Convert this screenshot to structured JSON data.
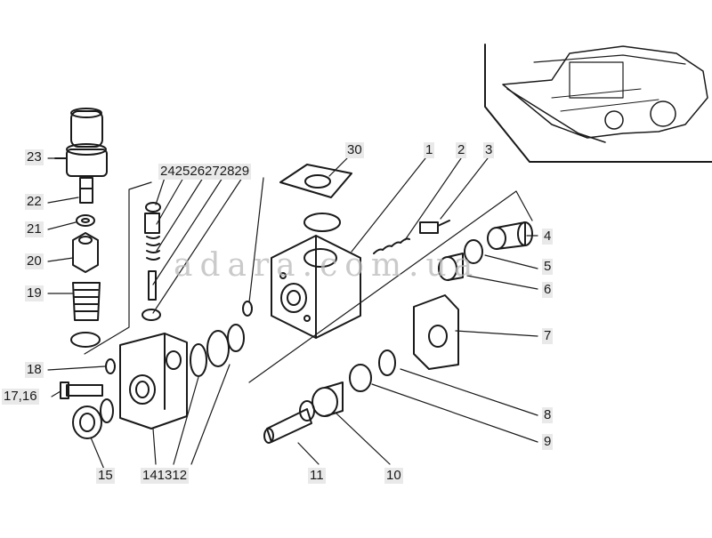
{
  "watermark": "adara.com.ua",
  "labels": {
    "l1": "1",
    "l2": "2",
    "l3": "3",
    "l4": "4",
    "l5": "5",
    "l6": "6",
    "l7": "7",
    "l8": "8",
    "l9": "9",
    "l10": "10",
    "l11": "11",
    "l15": "15",
    "l18": "18",
    "l19": "19",
    "l20": "20",
    "l21": "21",
    "l22": "22",
    "l23": "23",
    "l30": "30",
    "l1716": "17,16",
    "l141312": "141312",
    "l2429": "242526272829"
  }
}
